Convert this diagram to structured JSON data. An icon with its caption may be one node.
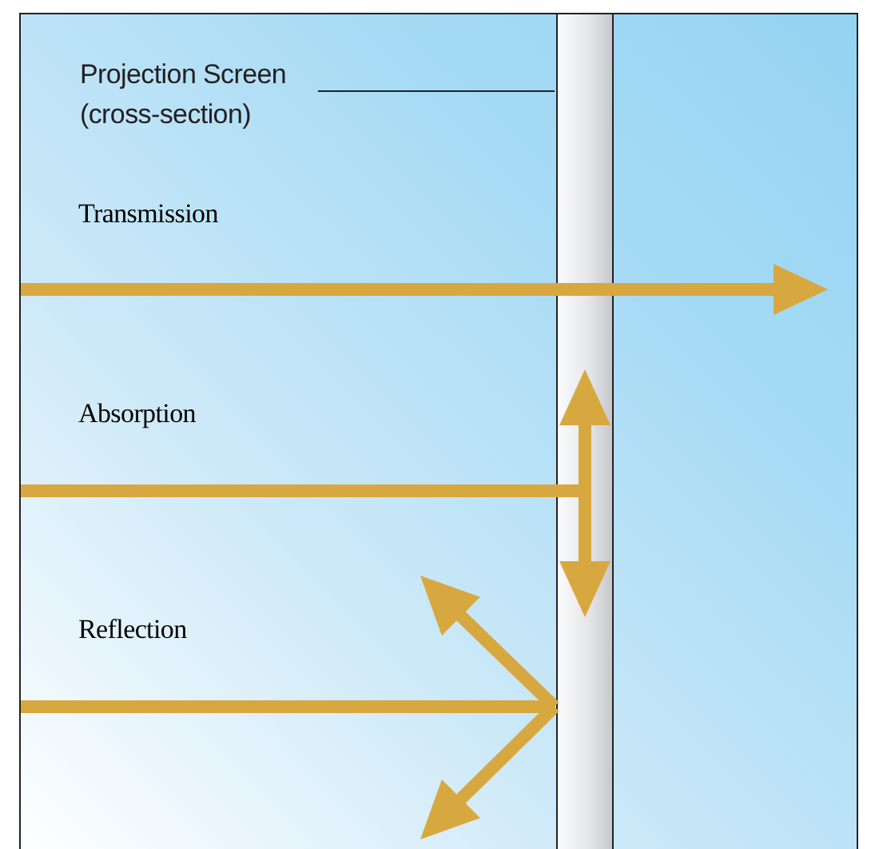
{
  "diagram": {
    "nodes": [
      {
        "text": [
          "Projection Screen (cross-section)"
        ]
      },
      {
        "text": [],
        "shape": "bar"
      }
    ],
    "edges": [
      {
        "from": 0,
        "to": 1,
        "arrow": "none"
      }
    ],
    "labels": [
      "Transmission",
      "Absorption",
      "Reflection"
    ]
  }
}
